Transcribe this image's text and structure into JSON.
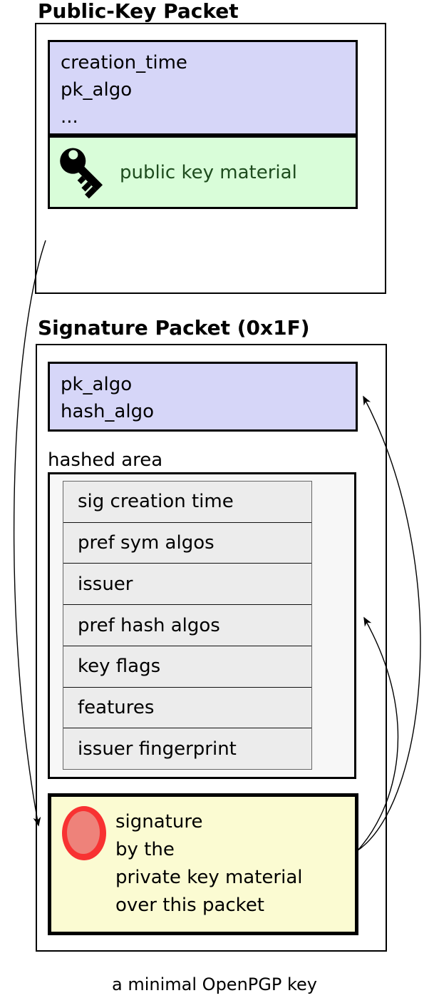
{
  "public_key_packet": {
    "title": "Public-Key Packet",
    "header": {
      "fields": [
        "creation_time",
        "pk_algo",
        "..."
      ]
    },
    "key_material": {
      "label": "public key material",
      "icon": "key-icon"
    }
  },
  "signature_packet": {
    "title": "Signature Packet (0x1F)",
    "header": {
      "fields": [
        "pk_algo",
        "hash_algo"
      ]
    },
    "hashed_area": {
      "label": "hashed area",
      "subpackets": [
        "sig creation time",
        "pref sym algos",
        "issuer",
        "pref hash algos",
        "key flags",
        "features",
        "issuer fingerprint"
      ]
    },
    "signature": {
      "icon": "seal-icon",
      "lines": [
        "signature",
        "by the",
        "private key material",
        "over this packet"
      ]
    }
  },
  "caption": "a minimal OpenPGP key",
  "colors": {
    "header_fill": "#d6d6f8",
    "key_material_fill": "#d9fdd9",
    "key_material_text": "#1d4b1d",
    "hashed_area_fill": "#f7f7f7",
    "subpacket_fill": "#ececec",
    "signature_fill": "#fbfbd2",
    "seal_ring": "#f83232",
    "seal_center": "#ee827a",
    "arrow": "#000000"
  }
}
